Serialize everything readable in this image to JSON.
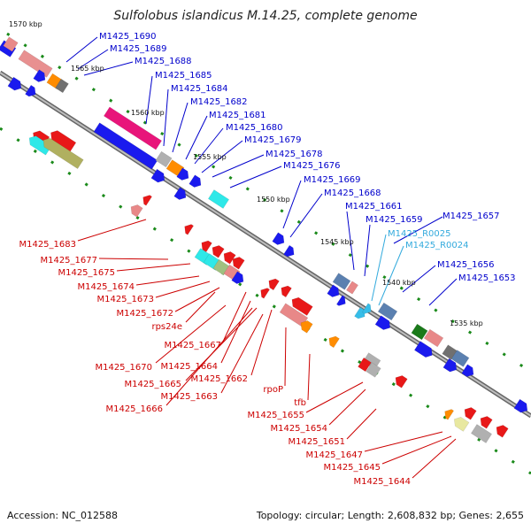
{
  "title": "Sulfolobus islandicus M.14.25, complete genome",
  "footer": {
    "accession": "Accession: NC_012588",
    "topology": "Topology: circular; Length: 2,608,832 bp; Genes: 2,655"
  },
  "colors": {
    "forward_label": "#0000cc",
    "reverse_label": "#cc0000",
    "rna_label": "#33aadd",
    "backbone": "#808080",
    "tick": "#1a8a1a"
  },
  "scale_labels": [
    "1570 kbp",
    "1565 kbp",
    "1560 kbp",
    "1555 kbp",
    "1550 kbp",
    "1545 kbp",
    "1540 kbp",
    "1535 kbp"
  ],
  "forward_genes": [
    "M1425_1690",
    "M1425_1689",
    "M1425_1688",
    "M1425_1685",
    "M1425_1684",
    "M1425_1682",
    "M1425_1681",
    "M1425_1680",
    "M1425_1679",
    "M1425_1678",
    "M1425_1676",
    "M1425_1669",
    "M1425_1668",
    "M1425_1661",
    "M1425_1659",
    "M1425_1657",
    "M1425_1656",
    "M1425_1653"
  ],
  "rna_genes": [
    "M1425_R0025",
    "M1425_R0024"
  ],
  "reverse_genes": [
    "M1425_1683",
    "M1425_1677",
    "M1425_1675",
    "M1425_1674",
    "M1425_1673",
    "M1425_1672",
    "rps24e",
    "M1425_1667",
    "M1425_1670",
    "M1425_1664",
    "M1425_1665",
    "M1425_1662",
    "M1425_1663",
    "M1425_1666",
    "rpoP",
    "tfb",
    "M1425_1655",
    "M1425_1654",
    "M1425_1651",
    "M1425_1647",
    "M1425_1645",
    "M1425_1644"
  ]
}
